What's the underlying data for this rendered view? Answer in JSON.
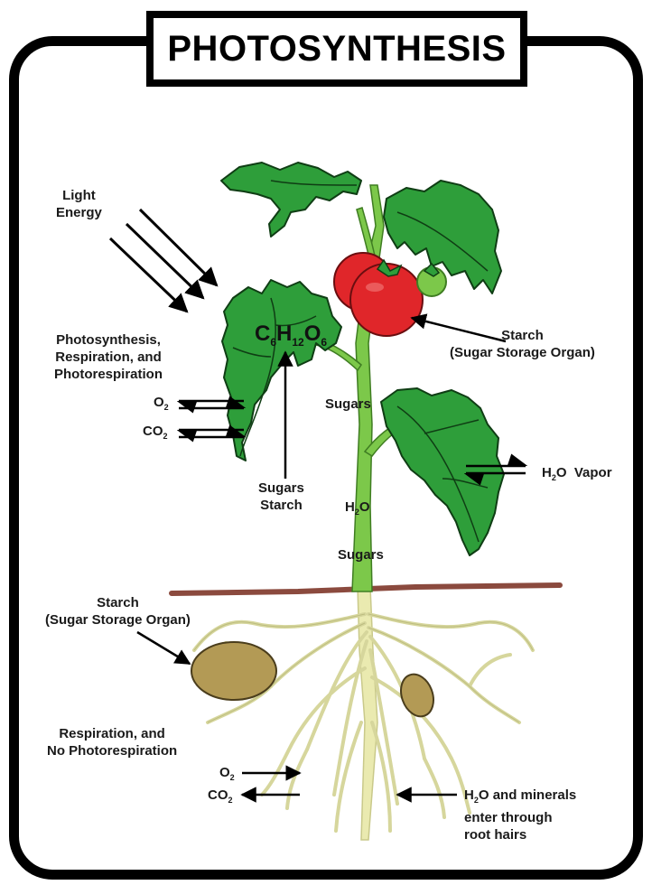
{
  "title": "PHOTOSYNTHESIS",
  "labels": {
    "light_energy": [
      "Light",
      "Energy"
    ],
    "leaf_processes": [
      "Photosynthesis,",
      "Respiration, and",
      "Photorespiration"
    ],
    "o2": {
      "base": "O",
      "sub": "2"
    },
    "co2": {
      "base": "CO",
      "sub": "2"
    },
    "glucose": {
      "c": "C",
      "c_sub": "6",
      "h": "H",
      "h_sub": "12",
      "o": "O",
      "o_sub": "6"
    },
    "sugars_starch": [
      "Sugars",
      "Starch"
    ],
    "stem_sugars_upper": "Sugars",
    "stem_water": {
      "pre": "H",
      "sub": "2",
      "post": "O"
    },
    "stem_sugars_lower": "Sugars",
    "fruit_starch": [
      "Starch",
      "(Sugar Storage Organ)"
    ],
    "h2o_vapor": {
      "pre": "H",
      "sub": "2",
      "post": "O  Vapor"
    },
    "tuber_starch": [
      "Starch",
      "(Sugar Storage Organ)"
    ],
    "root_processes": [
      "Respiration, and",
      "No Photorespiration"
    ],
    "root_o2": {
      "base": "O",
      "sub": "2"
    },
    "root_co2": {
      "base": "CO",
      "sub": "2"
    },
    "water_minerals": {
      "pre": "H",
      "sub": "2",
      "post": "O and minerals",
      "lines": [
        "enter through",
        "root hairs"
      ]
    }
  },
  "colors": {
    "leaf": "#2e9e3a",
    "leaf_dark": "#1d6e27",
    "stem": "#7cc84a",
    "tomato": "#e0262a",
    "root": "#eaeab0",
    "potato": "#b39a55",
    "soil": "#8b4a3e"
  }
}
